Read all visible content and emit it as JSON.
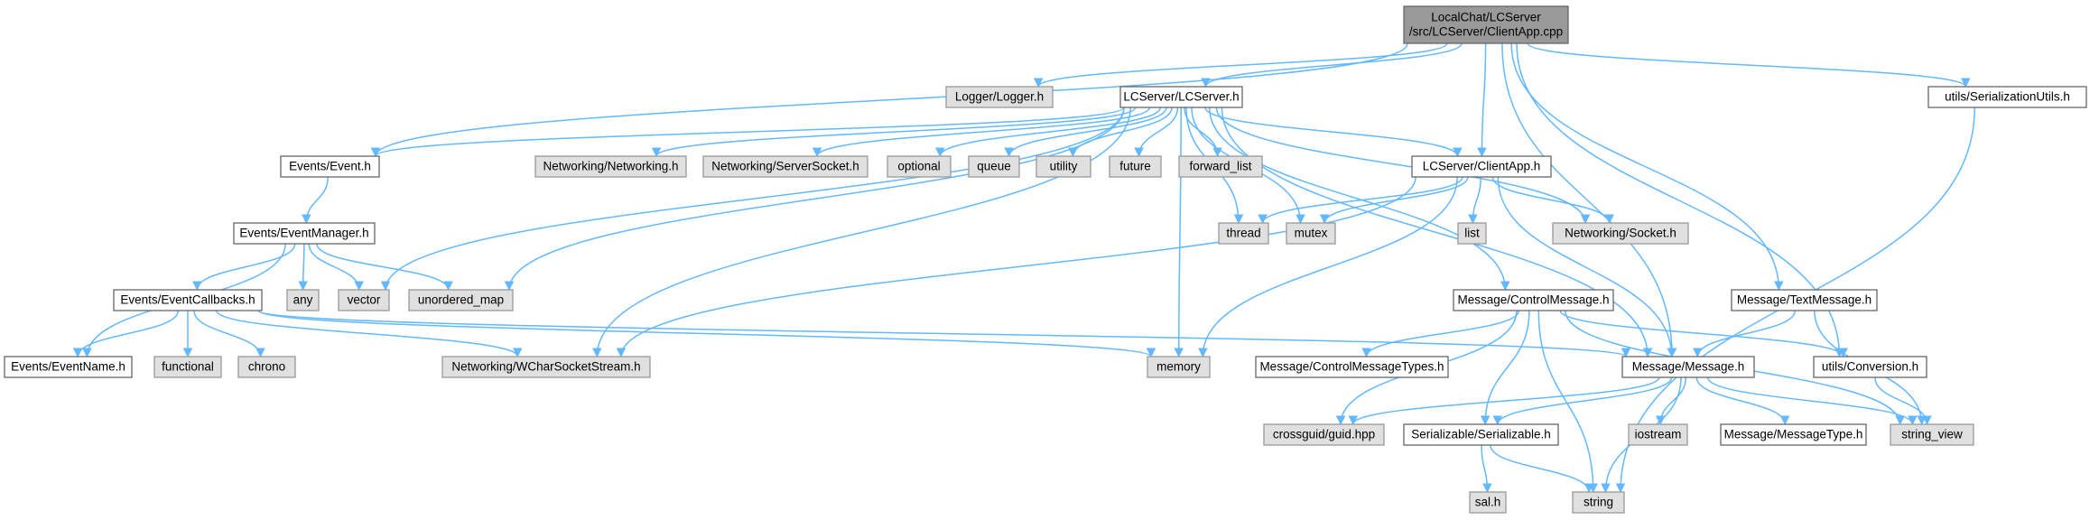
{
  "diagram": {
    "colors": {
      "node_fill": "#ffffff",
      "node_stroke": "#666666",
      "system_fill": "#e0e0e0",
      "system_stroke": "#999999",
      "root_fill": "#999999",
      "root_stroke": "#666666",
      "edge": "#63b8ff"
    },
    "nodes": [
      {
        "id": "root",
        "lines": [
          "LocalChat/LCServer",
          "/src/LCServer/ClientApp.cpp"
        ],
        "kind": "root"
      },
      {
        "id": "logger",
        "lines": [
          "Logger/Logger.h"
        ],
        "kind": "system"
      },
      {
        "id": "lcserver",
        "lines": [
          "LCServer/LCServer.h"
        ],
        "kind": "file"
      },
      {
        "id": "serialutils",
        "lines": [
          "utils/SerializationUtils.h"
        ],
        "kind": "file"
      },
      {
        "id": "event",
        "lines": [
          "Events/Event.h"
        ],
        "kind": "file"
      },
      {
        "id": "networking",
        "lines": [
          "Networking/Networking.h"
        ],
        "kind": "system"
      },
      {
        "id": "serversocket",
        "lines": [
          "Networking/ServerSocket.h"
        ],
        "kind": "system"
      },
      {
        "id": "optional",
        "lines": [
          "optional"
        ],
        "kind": "system"
      },
      {
        "id": "queue",
        "lines": [
          "queue"
        ],
        "kind": "system"
      },
      {
        "id": "utility",
        "lines": [
          "utility"
        ],
        "kind": "system"
      },
      {
        "id": "future",
        "lines": [
          "future"
        ],
        "kind": "system"
      },
      {
        "id": "forward_list",
        "lines": [
          "forward_list"
        ],
        "kind": "system"
      },
      {
        "id": "clientapp",
        "lines": [
          "LCServer/ClientApp.h"
        ],
        "kind": "file"
      },
      {
        "id": "eventmanager",
        "lines": [
          "Events/EventManager.h"
        ],
        "kind": "file"
      },
      {
        "id": "any",
        "lines": [
          "any"
        ],
        "kind": "system"
      },
      {
        "id": "vector",
        "lines": [
          "vector"
        ],
        "kind": "system"
      },
      {
        "id": "unordered_map",
        "lines": [
          "unordered_map"
        ],
        "kind": "system"
      },
      {
        "id": "thread",
        "lines": [
          "thread"
        ],
        "kind": "system"
      },
      {
        "id": "mutex",
        "lines": [
          "mutex"
        ],
        "kind": "system"
      },
      {
        "id": "list",
        "lines": [
          "list"
        ],
        "kind": "system"
      },
      {
        "id": "socket",
        "lines": [
          "Networking/Socket.h"
        ],
        "kind": "system"
      },
      {
        "id": "eventcallbacks",
        "lines": [
          "Events/EventCallbacks.h"
        ],
        "kind": "file"
      },
      {
        "id": "controlmessage",
        "lines": [
          "Message/ControlMessage.h"
        ],
        "kind": "file"
      },
      {
        "id": "textmessage",
        "lines": [
          "Message/TextMessage.h"
        ],
        "kind": "file"
      },
      {
        "id": "eventname",
        "lines": [
          "Events/EventName.h"
        ],
        "kind": "file"
      },
      {
        "id": "functional",
        "lines": [
          "functional"
        ],
        "kind": "system"
      },
      {
        "id": "chrono",
        "lines": [
          "chrono"
        ],
        "kind": "system"
      },
      {
        "id": "wcharsocketstream",
        "lines": [
          "Networking/WCharSocketStream.h"
        ],
        "kind": "system"
      },
      {
        "id": "memory",
        "lines": [
          "memory"
        ],
        "kind": "system"
      },
      {
        "id": "controlmessagetypes",
        "lines": [
          "Message/ControlMessageTypes.h"
        ],
        "kind": "file"
      },
      {
        "id": "message",
        "lines": [
          "Message/Message.h"
        ],
        "kind": "file"
      },
      {
        "id": "conversion",
        "lines": [
          "utils/Conversion.h"
        ],
        "kind": "file"
      },
      {
        "id": "crossguid",
        "lines": [
          "crossguid/guid.hpp"
        ],
        "kind": "system"
      },
      {
        "id": "serializable",
        "lines": [
          "Serializable/Serializable.h"
        ],
        "kind": "file"
      },
      {
        "id": "iostream",
        "lines": [
          "iostream"
        ],
        "kind": "system"
      },
      {
        "id": "messagetype",
        "lines": [
          "Message/MessageType.h"
        ],
        "kind": "file"
      },
      {
        "id": "string_view",
        "lines": [
          "string_view"
        ],
        "kind": "system"
      },
      {
        "id": "sal",
        "lines": [
          "sal.h"
        ],
        "kind": "system"
      },
      {
        "id": "string",
        "lines": [
          "string"
        ],
        "kind": "system"
      }
    ],
    "edges": [
      [
        "root",
        "logger"
      ],
      [
        "root",
        "lcserver"
      ],
      [
        "root",
        "clientapp"
      ],
      [
        "root",
        "event"
      ],
      [
        "root",
        "message"
      ],
      [
        "root",
        "textmessage"
      ],
      [
        "root",
        "conversion"
      ],
      [
        "root",
        "serialutils"
      ],
      [
        "lcserver",
        "event"
      ],
      [
        "lcserver",
        "networking"
      ],
      [
        "lcserver",
        "serversocket"
      ],
      [
        "lcserver",
        "optional"
      ],
      [
        "lcserver",
        "queue"
      ],
      [
        "lcserver",
        "utility"
      ],
      [
        "lcserver",
        "future"
      ],
      [
        "lcserver",
        "forward_list"
      ],
      [
        "lcserver",
        "clientapp"
      ],
      [
        "lcserver",
        "vector"
      ],
      [
        "lcserver",
        "unordered_map"
      ],
      [
        "lcserver",
        "wcharsocketstream"
      ],
      [
        "lcserver",
        "memory"
      ],
      [
        "lcserver",
        "thread"
      ],
      [
        "lcserver",
        "mutex"
      ],
      [
        "lcserver",
        "socket"
      ],
      [
        "lcserver",
        "controlmessage"
      ],
      [
        "lcserver",
        "message"
      ],
      [
        "event",
        "eventmanager"
      ],
      [
        "eventmanager",
        "eventcallbacks"
      ],
      [
        "eventmanager",
        "eventname"
      ],
      [
        "eventmanager",
        "any"
      ],
      [
        "eventmanager",
        "vector"
      ],
      [
        "eventmanager",
        "unordered_map"
      ],
      [
        "eventcallbacks",
        "eventname"
      ],
      [
        "eventcallbacks",
        "functional"
      ],
      [
        "eventcallbacks",
        "chrono"
      ],
      [
        "eventcallbacks",
        "wcharsocketstream"
      ],
      [
        "eventcallbacks",
        "memory"
      ],
      [
        "eventcallbacks",
        "message"
      ],
      [
        "clientapp",
        "thread"
      ],
      [
        "clientapp",
        "mutex"
      ],
      [
        "clientapp",
        "list"
      ],
      [
        "clientapp",
        "socket"
      ],
      [
        "clientapp",
        "wcharsocketstream"
      ],
      [
        "clientapp",
        "memory"
      ],
      [
        "clientapp",
        "message"
      ],
      [
        "controlmessage",
        "controlmessagetypes"
      ],
      [
        "controlmessage",
        "crossguid"
      ],
      [
        "controlmessage",
        "serializable"
      ],
      [
        "controlmessage",
        "string"
      ],
      [
        "controlmessage",
        "string_view"
      ],
      [
        "controlmessage",
        "conversion"
      ],
      [
        "textmessage",
        "message"
      ],
      [
        "textmessage",
        "string_view"
      ],
      [
        "message",
        "crossguid"
      ],
      [
        "message",
        "serializable"
      ],
      [
        "message",
        "iostream"
      ],
      [
        "message",
        "messagetype"
      ],
      [
        "message",
        "string_view"
      ],
      [
        "message",
        "string"
      ],
      [
        "conversion",
        "string_view"
      ],
      [
        "serializable",
        "sal"
      ],
      [
        "serializable",
        "string"
      ],
      [
        "serialutils",
        "string"
      ]
    ]
  }
}
